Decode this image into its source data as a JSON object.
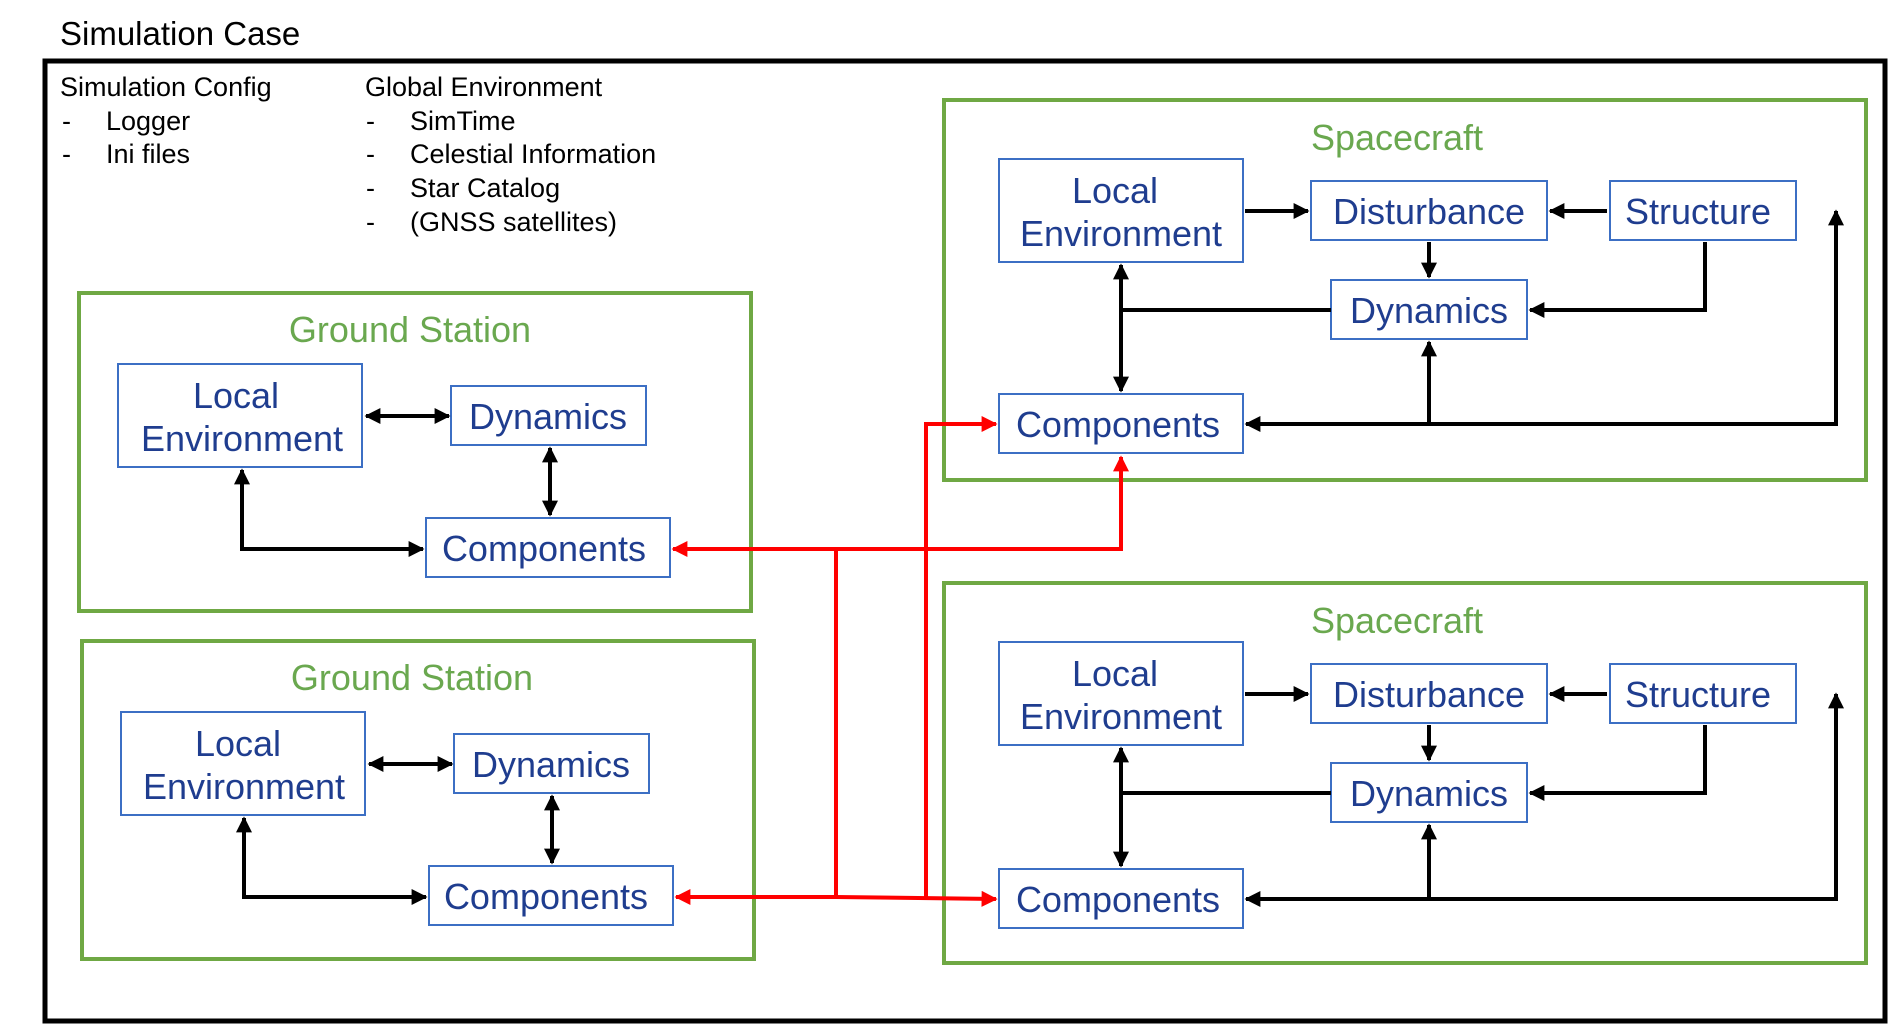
{
  "title": "Simulation Case",
  "simulation_config": {
    "heading": "Simulation Config",
    "items": [
      "Logger",
      "Ini files"
    ]
  },
  "global_environment": {
    "heading": "Global Environment",
    "items": [
      "SimTime",
      "Celestial Information",
      "Star Catalog",
      "(GNSS satellites)"
    ]
  },
  "bullet": "-",
  "ground_stations": [
    {
      "title": "Ground Station",
      "local_env": [
        "Local",
        "Environment"
      ],
      "dynamics": "Dynamics",
      "components": "Components"
    },
    {
      "title": "Ground Station",
      "local_env": [
        "Local",
        "Environment"
      ],
      "dynamics": "Dynamics",
      "components": "Components"
    }
  ],
  "spacecrafts": [
    {
      "title": "Spacecraft",
      "local_env": [
        "Local",
        "Environment"
      ],
      "disturbance": "Disturbance",
      "structure": "Structure",
      "dynamics": "Dynamics",
      "components": "Components"
    },
    {
      "title": "Spacecraft",
      "local_env": [
        "Local",
        "Environment"
      ],
      "disturbance": "Disturbance",
      "structure": "Structure",
      "dynamics": "Dynamics",
      "components": "Components"
    }
  ],
  "colors": {
    "container_border": "#6fa844",
    "container_title": "#6aa84f",
    "box_border": "#3c6fc4",
    "box_text": "#1f3d8f",
    "link": "#000000",
    "inter_link": "#ff0000"
  }
}
